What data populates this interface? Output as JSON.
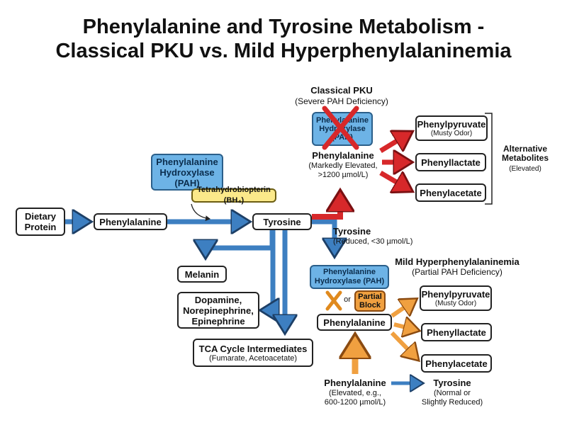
{
  "title": {
    "line1": "Phenylalanine and Tyrosine Metabolism -",
    "line2": "Classical PKU vs. Mild Hyperphenylalaninemia"
  },
  "main_pathway": {
    "dietary_protein": "Dietary\nProtein",
    "phenylalanine": "Phenylalanine",
    "pah": "Phenylalanine\nHydroxylase\n(PAH)",
    "bh4": "Tetrahydrobiopterin (BH₄)",
    "tyrosine": "Tyrosine"
  },
  "tyrosine_products": {
    "melanin": "Melanin",
    "catecholamines": "Dopamine,\nNorepinephrine,\nEpinephrine",
    "tca_title": "TCA Cycle Intermediates",
    "tca_sub": "(Fumarate, Acetoacetate)"
  },
  "classical_pku": {
    "heading": "Classical PKU",
    "subheading": "(Severe PAH Deficiency)",
    "enzyme": "Phenylalanine\nHydroxylase\n(PAH)",
    "phe_label": "Phenylalanine",
    "phe_note": "(Markedly Elevated,\n>1200 µmol/L)",
    "tyrosine_label": "Tyrosine",
    "tyrosine_note": "(Reduced, <30 µmol/L)",
    "metabolites": [
      {
        "name": "Phenylpyruvate",
        "note": "(Musty Odor)"
      },
      {
        "name": "Phenyllactate",
        "note": ""
      },
      {
        "name": "Phenylacetate",
        "note": ""
      }
    ],
    "alt_title": "Alternative\nMetabolites",
    "alt_note": "(Elevated)"
  },
  "mild_hpa": {
    "heading": "Mild Hyperphenylalaninemia",
    "subheading": "(Partial PAH Deficiency)",
    "enzyme": "Phenylalanine\nHydroxylase (PAH)",
    "or_text": "or",
    "partial_block": "Partial\nBlock",
    "phe_box": "Phenylalanine",
    "metabolites": [
      {
        "name": "Phenylpyruvate",
        "note": "(Musty Odor)"
      },
      {
        "name": "Phenyllactate",
        "note": ""
      },
      {
        "name": "Phenylacetate",
        "note": ""
      }
    ],
    "phe_label": "Phenylalanine",
    "phe_note": "(Elevated, e.g.,\n600-1200 µmol/L)",
    "tyr_label": "Tyrosine",
    "tyr_note": "(Normal or\nSlightly Reduced)"
  },
  "colors": {
    "blue_arrow": "#3d7fc1",
    "red_arrow": "#d7282a",
    "orange_arrow": "#f0a040",
    "enzyme_blue": "#6db3e6",
    "cofactor_yellow": "#fbe98a",
    "cross_red": "#d7282a",
    "cross_orange": "#e08a1e"
  }
}
